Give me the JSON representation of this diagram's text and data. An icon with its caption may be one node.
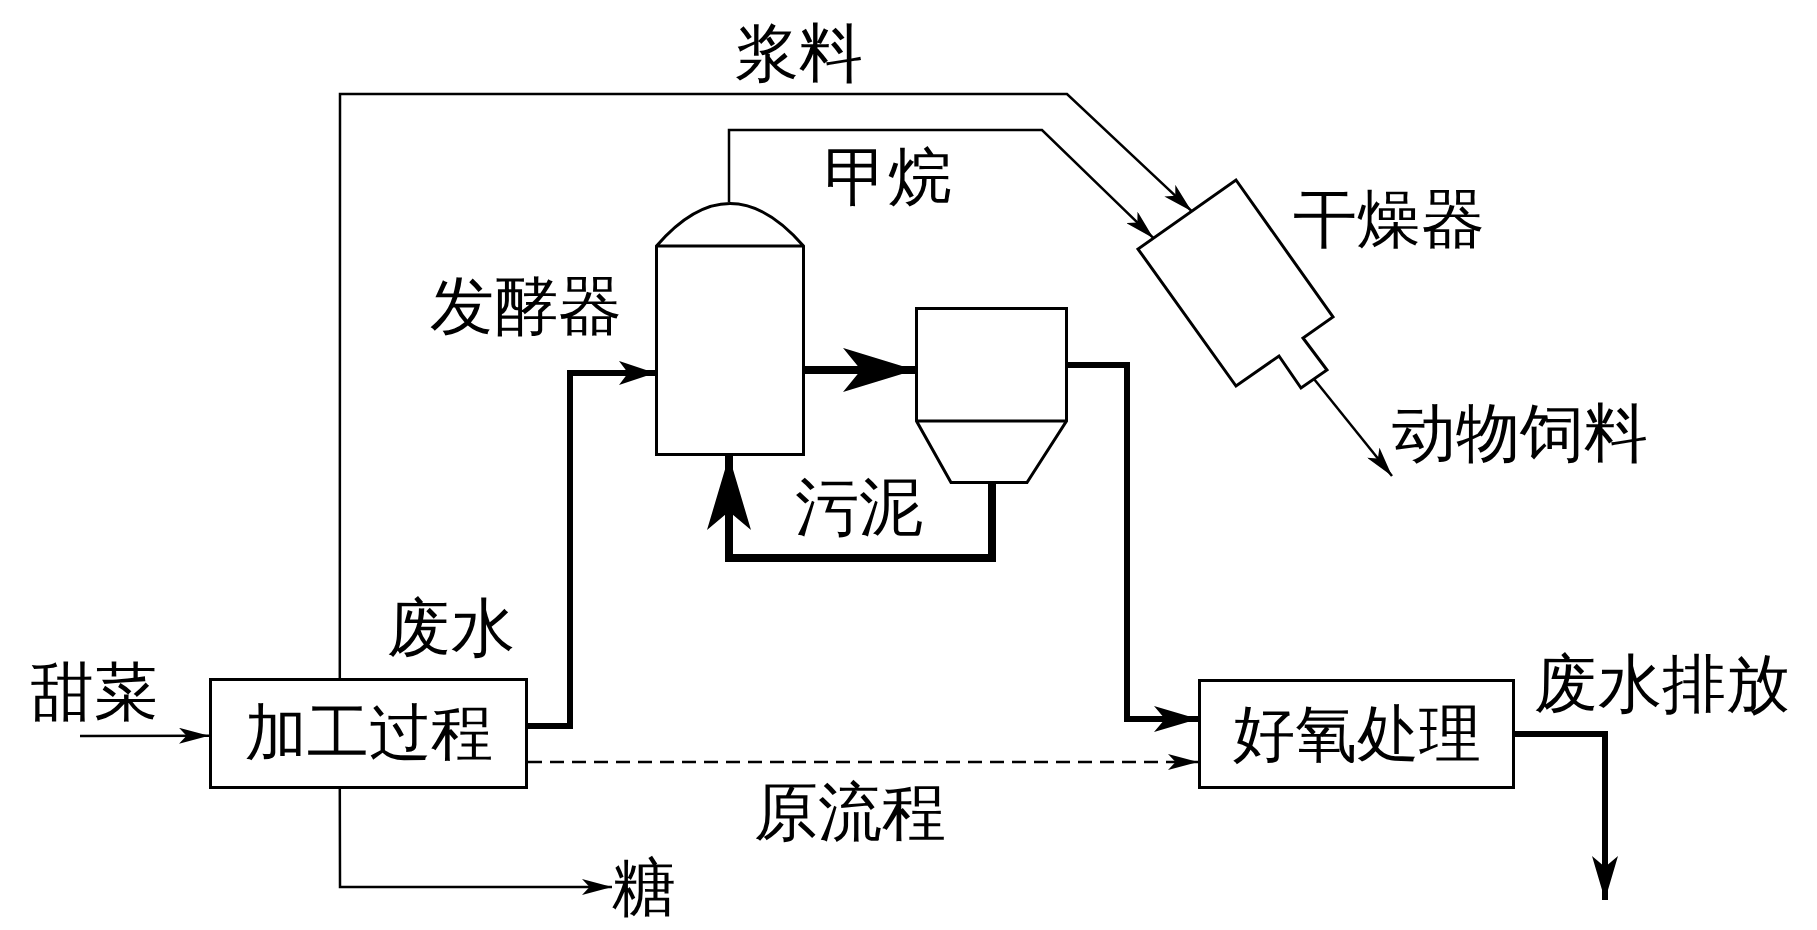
{
  "diagram": {
    "nodes": [
      {
        "text": [],
        "shape": "tank",
        "beside": [
          "发酵器"
        ]
      },
      {
        "text": [],
        "shape": "box",
        "beside": [
          "干燥器"
        ]
      },
      {
        "text": [],
        "shape": "hopper"
      },
      {
        "text": [
          "动物饲料"
        ]
      },
      {
        "text": [
          "甜菜"
        ]
      },
      {
        "text": [
          "加工过程"
        ]
      },
      {
        "text": [
          "好氧处理"
        ]
      },
      {
        "text": [
          "糖"
        ]
      }
    ],
    "edges": [
      {
        "from": 4,
        "to": 5,
        "arrow": "to"
      },
      {
        "from": 5,
        "to": 7,
        "arrow": "to"
      },
      {
        "from": 5,
        "to": 0,
        "arrow": "to",
        "label": "废水",
        "style": "thick"
      },
      {
        "from": 5,
        "to": 1,
        "arrow": "to",
        "label": "浆料"
      },
      {
        "from": 5,
        "to": 6,
        "arrow": "to",
        "label": "原流程",
        "style": "dashed"
      },
      {
        "from": 0,
        "to": 1,
        "arrow": "to",
        "label": "甲烷"
      },
      {
        "from": 0,
        "to": 2,
        "arrow": "to",
        "style": "thick"
      },
      {
        "from": 2,
        "to": 0,
        "arrow": "to",
        "label": "污泥",
        "style": "thick"
      },
      {
        "from": 2,
        "to": 6,
        "arrow": "to",
        "style": "thick"
      },
      {
        "from": 1,
        "to": 3,
        "arrow": "to"
      },
      {
        "from": 6,
        "to": null,
        "arrow": "to",
        "label": "废水排放",
        "style": "thick"
      }
    ]
  }
}
